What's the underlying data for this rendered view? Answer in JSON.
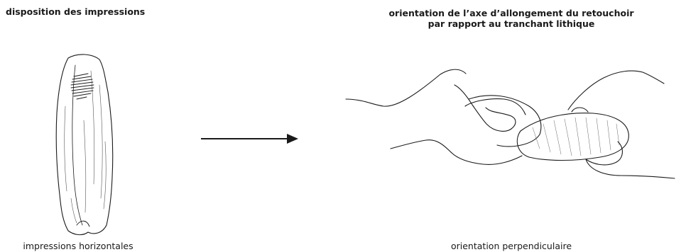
{
  "left_panel": {
    "title": "disposition des impressions",
    "caption": "impressions horizontales"
  },
  "right_panel": {
    "title_line1": "orientation de l’axe d’allongement du retouchoir",
    "title_line2": "par rapport au tranchant lithique",
    "caption": "orientation perpendiculaire"
  },
  "arrow": {
    "direction": "right"
  },
  "colors": {
    "ink": "#1a1a1a",
    "background": "#ffffff"
  }
}
